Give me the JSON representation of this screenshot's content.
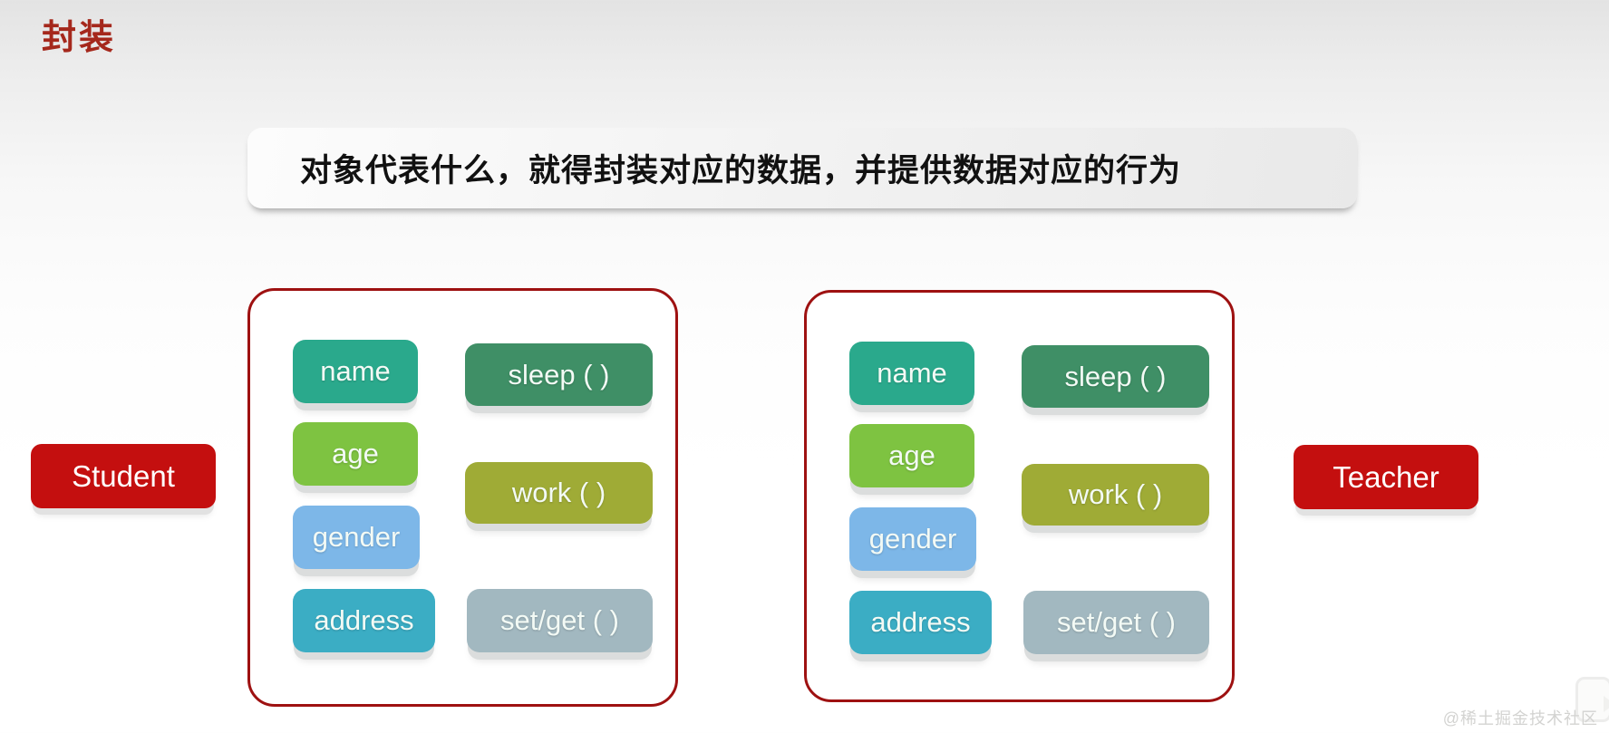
{
  "title": "封装",
  "banner": {
    "text": "对象代表什么，就得封装对应的数据，并提供数据对应的行为"
  },
  "classes": [
    {
      "name": "Student",
      "attributes": [
        {
          "label": "name"
        },
        {
          "label": "age"
        },
        {
          "label": "gender"
        },
        {
          "label": "address"
        }
      ],
      "methods": [
        {
          "label": "sleep ( )"
        },
        {
          "label": "work ( )"
        },
        {
          "label": "set/get ( )"
        }
      ]
    },
    {
      "name": "Teacher",
      "attributes": [
        {
          "label": "name"
        },
        {
          "label": "age"
        },
        {
          "label": "gender"
        },
        {
          "label": "address"
        }
      ],
      "methods": [
        {
          "label": "sleep ( )"
        },
        {
          "label": "work ( )"
        },
        {
          "label": "set/get ( )"
        }
      ]
    }
  ],
  "watermark": {
    "text": "@稀土掘金技术社区"
  },
  "colors": {
    "title-red": "#a5281c",
    "box-border-red": "#9e1111",
    "class-label-red": "#c40f0f",
    "banner-text": "#111111",
    "pill-name": "#2aa98c",
    "pill-age": "#7ec341",
    "pill-gender": "#7db7e8",
    "pill-address": "#3badc4",
    "pill-sleep": "#3f8f66",
    "pill-work": "#9fab36",
    "pill-setget": "#a2b8c0"
  }
}
